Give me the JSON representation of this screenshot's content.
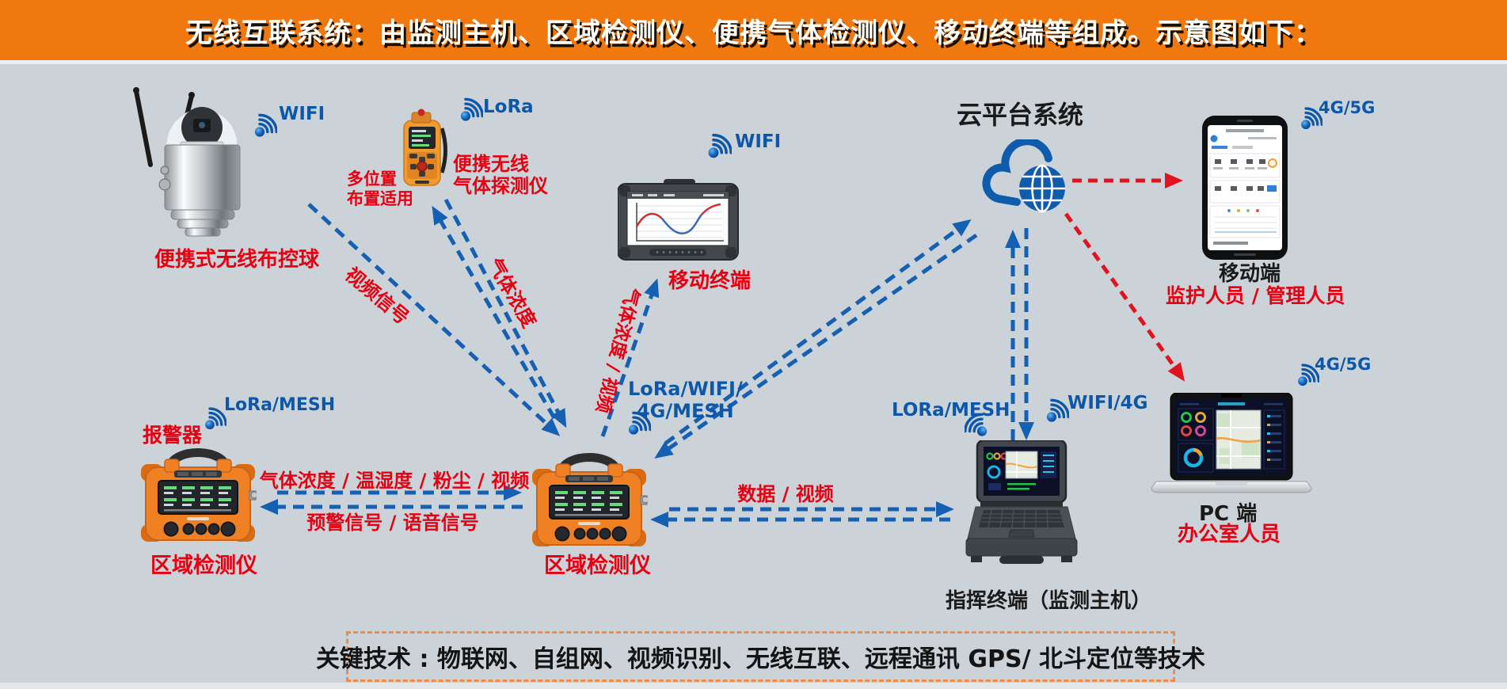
{
  "banner": {
    "title": "无线互联系统：由监测主机、区域检测仪、便携气体检测仪、移动终端等组成。示意图如下："
  },
  "nodes": {
    "camera": {
      "name": "便携式无线布控球",
      "signal": "WIFI"
    },
    "gas_detector": {
      "name_line1": "便携无线",
      "name_line2": "气体探测仪",
      "signal": "LoRa",
      "note_line1": "多位置",
      "note_line2": "布置适用"
    },
    "tablet": {
      "name": "移动终端",
      "signal": "WIFI"
    },
    "cloud": {
      "name": "云平台系统"
    },
    "phone": {
      "name": "移动端",
      "users": "监护人员 / 管理人员",
      "signal": "4G/5G"
    },
    "pc": {
      "name": "PC 端",
      "users": "办公室人员",
      "signal": "4G/5G"
    },
    "alarm_detector": {
      "alarm": "报警器",
      "name": "区域检测仪",
      "signal": "LoRa/MESH"
    },
    "center_detector": {
      "name": "区域检测仪",
      "signal_line1": "LoRa/WIFI/",
      "signal_line2": "4G/MESH"
    },
    "command_terminal": {
      "name": "指挥终端（监测主机）",
      "signal_left": "LORa/MESH",
      "signal_right": "WIFI/4G"
    }
  },
  "links": {
    "camera_to_center": "视频信号",
    "gas_to_center": "气体浓度",
    "center_to_tablet": "气体浓度 / 视频",
    "alarm_to_center": "气体浓度 / 温湿度 / 粉尘 / 视频",
    "center_to_alarm": "预警信号 / 语音信号",
    "center_to_terminal": "数据 / 视频"
  },
  "footer": {
    "text": "关键技术 : 物联网、自组网、视频识别、无线互联、远程通讯 GPS/ 北斗定位等技术"
  },
  "colors": {
    "background": "#ccd3d8",
    "banner": "#f1780e",
    "label_red": "#e60012",
    "label_blue": "#0d57a8",
    "arrow_blue": "#1560b2",
    "arrow_red": "#e0131f",
    "cloud_blue": "#0f5bac"
  }
}
